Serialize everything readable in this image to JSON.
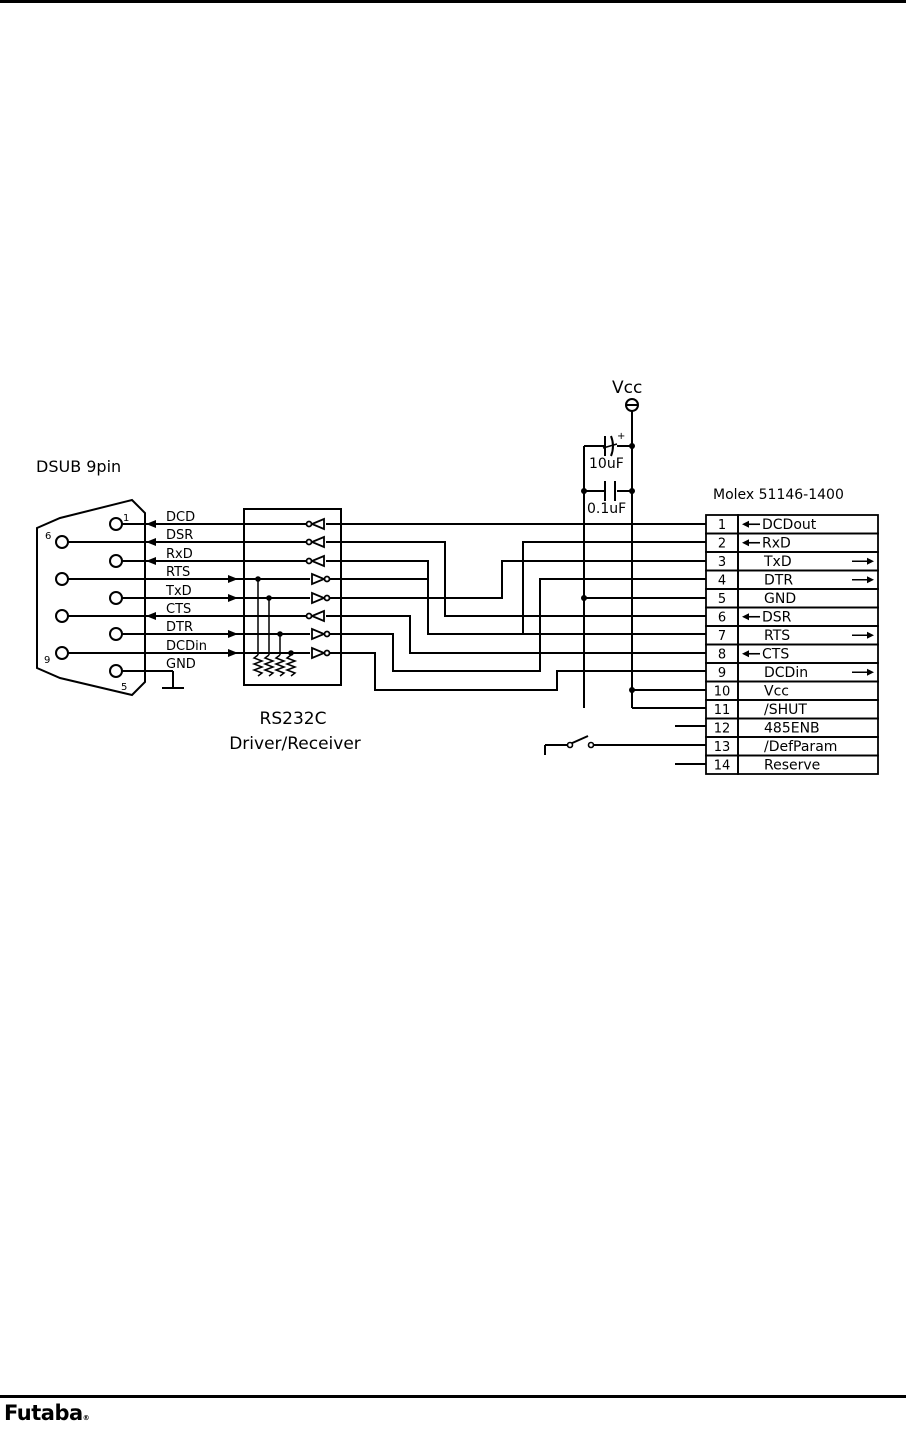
{
  "dsub": {
    "title": "DSUB  9pin",
    "pin_numbers": [
      "1",
      "6",
      "9",
      "5"
    ],
    "signals": [
      "DCD",
      "DSR",
      "RxD",
      "RTS",
      "TxD",
      "CTS",
      "DTR",
      "DCDin",
      "GND"
    ]
  },
  "driver": {
    "title_line1": "RS232C",
    "title_line2": "Driver/Receiver"
  },
  "power": {
    "vcc_label": "Vcc",
    "cap1_label": "10uF",
    "cap1_polarity": "+",
    "cap2_label": "0.1uF"
  },
  "molex": {
    "title": "Molex  51146-1400",
    "pins": [
      {
        "num": "1",
        "name": "DCDout"
      },
      {
        "num": "2",
        "name": "RxD"
      },
      {
        "num": "3",
        "name": "TxD"
      },
      {
        "num": "4",
        "name": "DTR"
      },
      {
        "num": "5",
        "name": "GND"
      },
      {
        "num": "6",
        "name": "DSR"
      },
      {
        "num": "7",
        "name": "RTS"
      },
      {
        "num": "8",
        "name": "CTS"
      },
      {
        "num": "9",
        "name": "DCDin"
      },
      {
        "num": "10",
        "name": "Vcc"
      },
      {
        "num": "11",
        "name": "/SHUT"
      },
      {
        "num": "12",
        "name": "485ENB"
      },
      {
        "num": "13",
        "name": "/DefParam"
      },
      {
        "num": "14",
        "name": "Reserve"
      }
    ]
  },
  "footer": {
    "brand": "Futaba",
    "brand_mark": "®"
  }
}
